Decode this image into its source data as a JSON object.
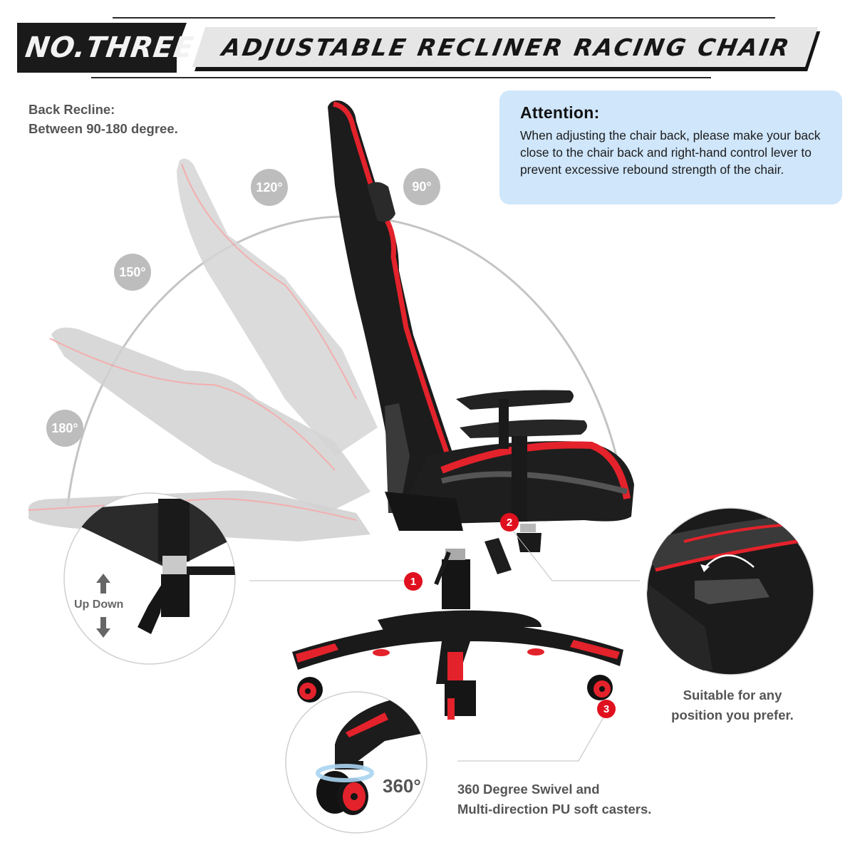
{
  "header": {
    "brand": "NO.THREE",
    "title": "ADJUSTABLE RECLINER RACING CHAIR"
  },
  "recline_info": {
    "line1": "Back Recline:",
    "line2": "Between 90-180 degree."
  },
  "attention": {
    "title": "Attention:",
    "body": "When adjusting the chair back, please make your back close to the chair back and right-hand control lever to prevent excessive rebound strength of the chair."
  },
  "angle_badges": [
    {
      "label": "90°"
    },
    {
      "label": "120°"
    },
    {
      "label": "150°"
    },
    {
      "label": "180°"
    }
  ],
  "callouts": [
    {
      "number": "1",
      "label_up_down": "Up Down",
      "icon_up": "arrow-up-icon",
      "icon_down": "arrow-down-icon"
    },
    {
      "number": "2",
      "caption_line1": "Suitable for any",
      "caption_line2": "position you prefer.",
      "icon": "rotate-arrow-icon"
    },
    {
      "number": "3",
      "degree_label": "360°",
      "caption_line1": "360 Degree Swivel and",
      "caption_line2": "Multi-direction PU soft casters.",
      "icon": "swivel-ring-icon"
    }
  ],
  "colors": {
    "accent_red": "#e0101e",
    "attention_bg": "#cfe6fb",
    "badge_grey": "#bdbdbd",
    "chair_black": "#1b1b1b",
    "ghost_grey": "#c8c8c8"
  }
}
